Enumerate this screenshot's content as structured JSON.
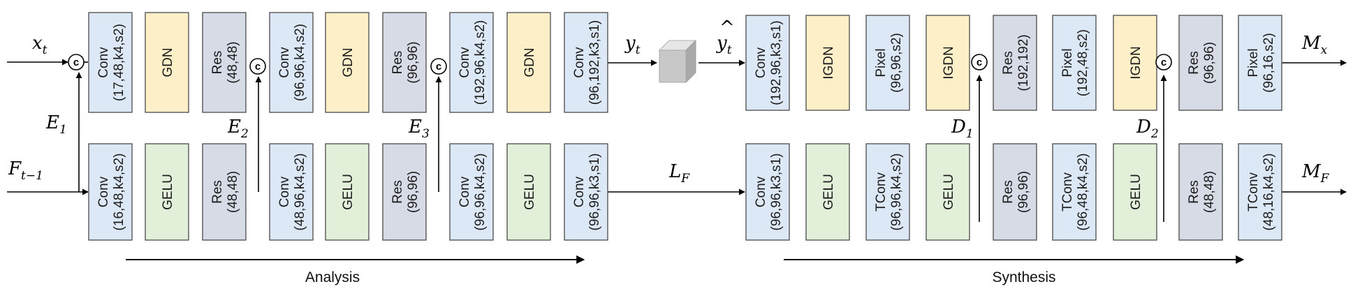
{
  "colors": {
    "conv": "#dde8f6",
    "gdn": "#fdf0c8",
    "res": "#d6dbe6",
    "gelu": "#e2efd9",
    "border": "#4a4a4a"
  },
  "concat_label": "c",
  "blocks": [
    {
      "id": "a-conv1-top",
      "color": "conv",
      "lines": [
        "Conv",
        "(17,48,k4,s2)"
      ]
    },
    {
      "id": "a-gdn1",
      "color": "gdn",
      "lines": [
        "GDN"
      ]
    },
    {
      "id": "a-res1-top",
      "color": "res",
      "lines": [
        "Res",
        "(48,48)"
      ]
    },
    {
      "id": "a-conv2-top",
      "color": "conv",
      "lines": [
        "Conv",
        "(96,96,k4,s2)"
      ]
    },
    {
      "id": "a-gdn2",
      "color": "gdn",
      "lines": [
        "GDN"
      ]
    },
    {
      "id": "a-res2-top",
      "color": "res",
      "lines": [
        "Res",
        "(96,96)"
      ]
    },
    {
      "id": "a-conv3-top",
      "color": "conv",
      "lines": [
        "Conv",
        "(192,96,k4,s2)"
      ]
    },
    {
      "id": "a-gdn3",
      "color": "gdn",
      "lines": [
        "GDN"
      ]
    },
    {
      "id": "a-conv4-top",
      "color": "conv",
      "lines": [
        "Conv",
        "(96,192,k3,s1)"
      ]
    },
    {
      "id": "a-conv1-bot",
      "color": "conv",
      "lines": [
        "Conv",
        "(16,48,k4,s2)"
      ]
    },
    {
      "id": "a-gelu1",
      "color": "gelu",
      "lines": [
        "GELU"
      ]
    },
    {
      "id": "a-res1-bot",
      "color": "res",
      "lines": [
        "Res",
        "(48,48)"
      ]
    },
    {
      "id": "a-conv2-bot",
      "color": "conv",
      "lines": [
        "Conv",
        "(48,96,k4,s2)"
      ]
    },
    {
      "id": "a-gelu2",
      "color": "gelu",
      "lines": [
        "GELU"
      ]
    },
    {
      "id": "a-res2-bot",
      "color": "res",
      "lines": [
        "Res",
        "(96,96)"
      ]
    },
    {
      "id": "a-conv3-bot",
      "color": "conv",
      "lines": [
        "Conv",
        "(96,96,k4,s2)"
      ]
    },
    {
      "id": "a-gelu3",
      "color": "gelu",
      "lines": [
        "GELU"
      ]
    },
    {
      "id": "a-conv4-bot",
      "color": "conv",
      "lines": [
        "Conv",
        "(96,96,k3,s1)"
      ]
    },
    {
      "id": "s-conv-top",
      "color": "conv",
      "lines": [
        "Conv",
        "(192,96,k3,s1)"
      ]
    },
    {
      "id": "s-igdn1",
      "color": "gdn",
      "lines": [
        "IGDN"
      ]
    },
    {
      "id": "s-pixel1",
      "color": "conv",
      "lines": [
        "Pixel",
        "(96,96,s2)"
      ]
    },
    {
      "id": "s-igdn2",
      "color": "gdn",
      "lines": [
        "IGDN"
      ]
    },
    {
      "id": "s-res1-top",
      "color": "res",
      "lines": [
        "Res",
        "(192,192)"
      ]
    },
    {
      "id": "s-pixel2",
      "color": "conv",
      "lines": [
        "Pixel",
        "(192,48,s2)"
      ]
    },
    {
      "id": "s-igdn3",
      "color": "gdn",
      "lines": [
        "IGDN"
      ]
    },
    {
      "id": "s-res2-top",
      "color": "res",
      "lines": [
        "Res",
        "(96,96)"
      ]
    },
    {
      "id": "s-pixel3",
      "color": "conv",
      "lines": [
        "Pixel",
        "(96,16,s2)"
      ]
    },
    {
      "id": "s-conv-bot",
      "color": "conv",
      "lines": [
        "Conv",
        "(96,96,k3,s1)"
      ]
    },
    {
      "id": "s-gelu1",
      "color": "gelu",
      "lines": [
        "GELU"
      ]
    },
    {
      "id": "s-tconv1",
      "color": "conv",
      "lines": [
        "TConv",
        "(96,96,k4,s2)"
      ]
    },
    {
      "id": "s-gelu2",
      "color": "gelu",
      "lines": [
        "GELU"
      ]
    },
    {
      "id": "s-res1-bot",
      "color": "res",
      "lines": [
        "Res",
        "(96,96)"
      ]
    },
    {
      "id": "s-tconv2",
      "color": "conv",
      "lines": [
        "TConv",
        "(96,48,k4,s2)"
      ]
    },
    {
      "id": "s-gelu3",
      "color": "gelu",
      "lines": [
        "GELU"
      ]
    },
    {
      "id": "s-res2-bot",
      "color": "res",
      "lines": [
        "Res",
        "(48,48)"
      ]
    },
    {
      "id": "s-tconv3",
      "color": "conv",
      "lines": [
        "TConv",
        "(48,16,k4,s2)"
      ]
    }
  ],
  "labels": {
    "x_t": {
      "base": "x",
      "sub": "t"
    },
    "F_t_1": {
      "base": "F",
      "sub": "t−1"
    },
    "E_1": {
      "base": "E",
      "sub": "1"
    },
    "E_2": {
      "base": "E",
      "sub": "2"
    },
    "E_3": {
      "base": "E",
      "sub": "3"
    },
    "y_t": {
      "base": "y",
      "sub": "t"
    },
    "y_hat_t": {
      "base": "y",
      "sub": "t",
      "hat": "^"
    },
    "L_F": {
      "base": "L",
      "sub": "F"
    },
    "D_1": {
      "base": "D",
      "sub": "1"
    },
    "D_2": {
      "base": "D",
      "sub": "2"
    },
    "M_x": {
      "base": "M",
      "sub": "x"
    },
    "M_F": {
      "base": "M",
      "sub": "F"
    }
  },
  "captions": {
    "analysis": "Analysis",
    "synthesis": "Synthesis"
  }
}
